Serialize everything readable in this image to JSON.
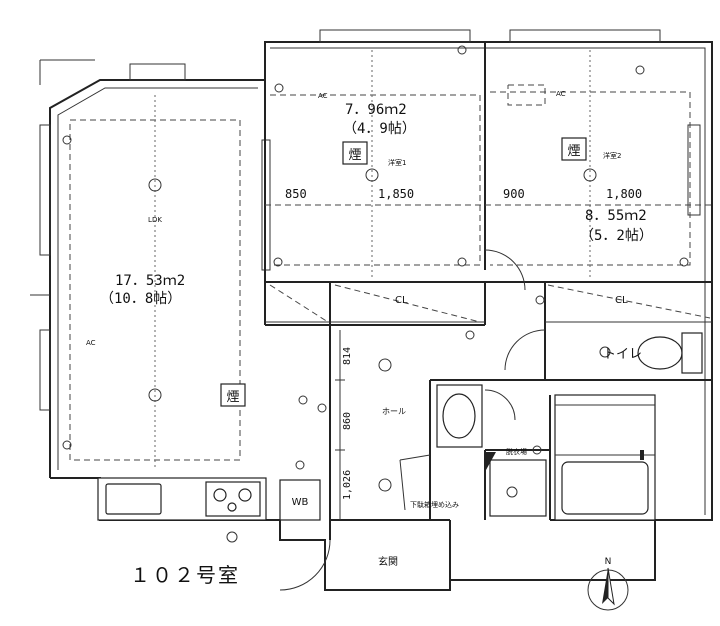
{
  "unit_label": "１０２号室",
  "compass_label": "N",
  "rooms": {
    "ldk": {
      "code": "LDK",
      "area": "17．53ｍ2",
      "tatami": "（10．8帖）",
      "smoke_label": "煙",
      "ac": "AC"
    },
    "western1": {
      "code": "洋室1",
      "area": "7．96ｍ2",
      "tatami": "（4．9帖）",
      "smoke_label": "煙",
      "ac": "AC"
    },
    "western2": {
      "code": "洋室2",
      "area": "8．55ｍ2",
      "tatami": "（5．2帖）",
      "smoke_label": "煙",
      "ac": "AC"
    },
    "hall": {
      "label": "ホール"
    },
    "entrance": {
      "label": "玄関"
    },
    "toilet": {
      "label": "トイレ"
    },
    "washroom": {
      "label": "脱衣場"
    },
    "shoe_storage": {
      "label": "下駄箱埋め込み"
    },
    "closet1": {
      "label": "CL"
    },
    "closet2": {
      "label": "CL"
    },
    "wb": {
      "label": "WB"
    }
  },
  "dimensions": {
    "w1_left": "850",
    "w1_right": "1,850",
    "w2_left": "900",
    "w2_right": "1,800",
    "hall_top": "814",
    "hall_mid": "860",
    "hall_bottom": "1,026"
  }
}
